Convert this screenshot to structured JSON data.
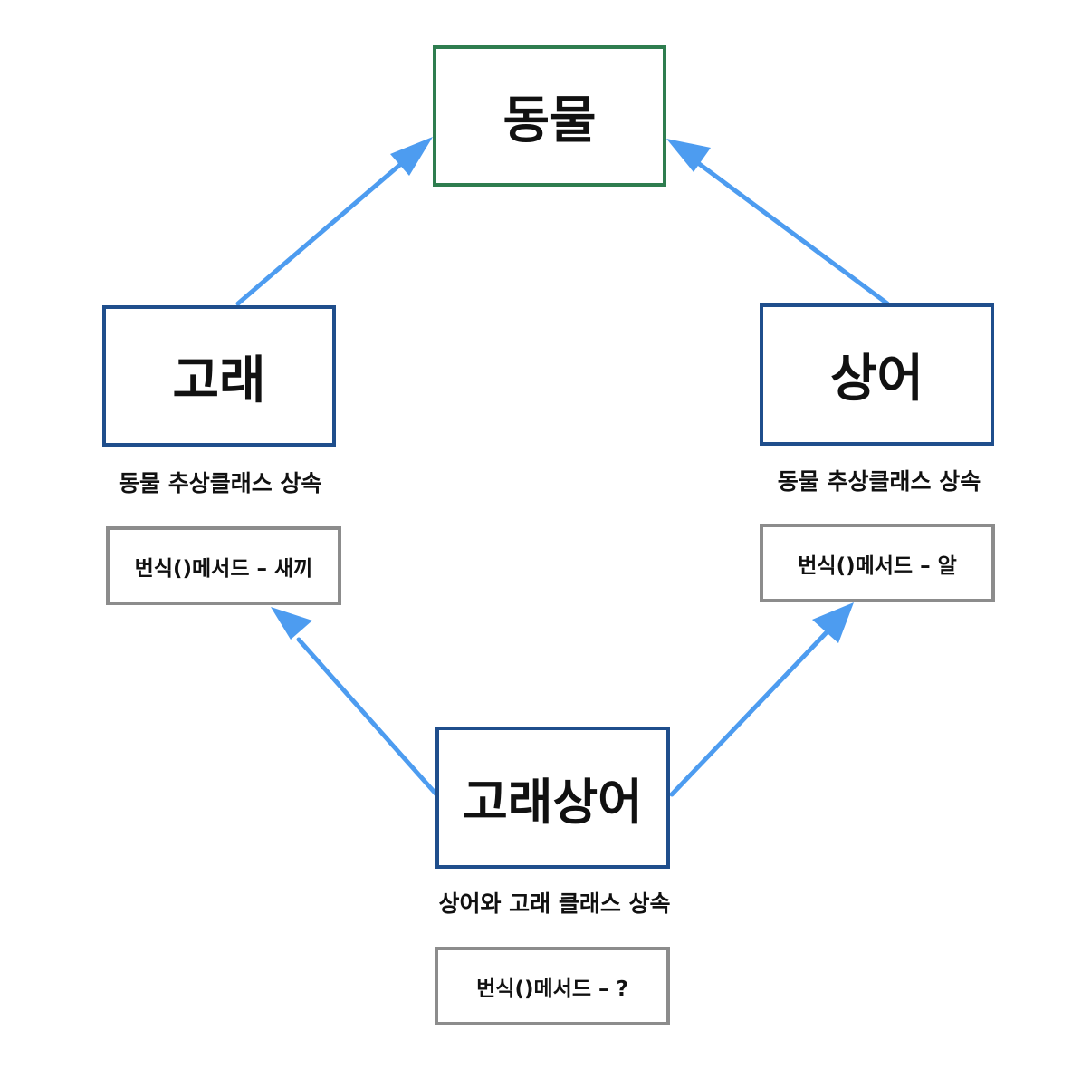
{
  "nodes": {
    "animal": {
      "label": "동물"
    },
    "whale": {
      "label": "고래",
      "caption": "동물 추상클래스 상속",
      "method": "번식()메서드 – 새끼"
    },
    "shark": {
      "label": "상어",
      "caption": "동물 추상클래스 상속",
      "method": "번식()메서드 – 알"
    },
    "whaleshark": {
      "label": "고래상어",
      "caption": "상어와 고래 클래스 상속",
      "method": "번식()메서드 – ?"
    }
  },
  "edges": [
    {
      "from": "whale",
      "to": "animal"
    },
    {
      "from": "shark",
      "to": "animal"
    },
    {
      "from": "whaleshark",
      "to": "whale"
    },
    {
      "from": "whaleshark",
      "to": "shark"
    }
  ],
  "colors": {
    "arrow": "#4d9cf0",
    "class_border": "#1f4e8c",
    "root_border": "#2e7d4f",
    "method_border": "#8c8c8c"
  }
}
